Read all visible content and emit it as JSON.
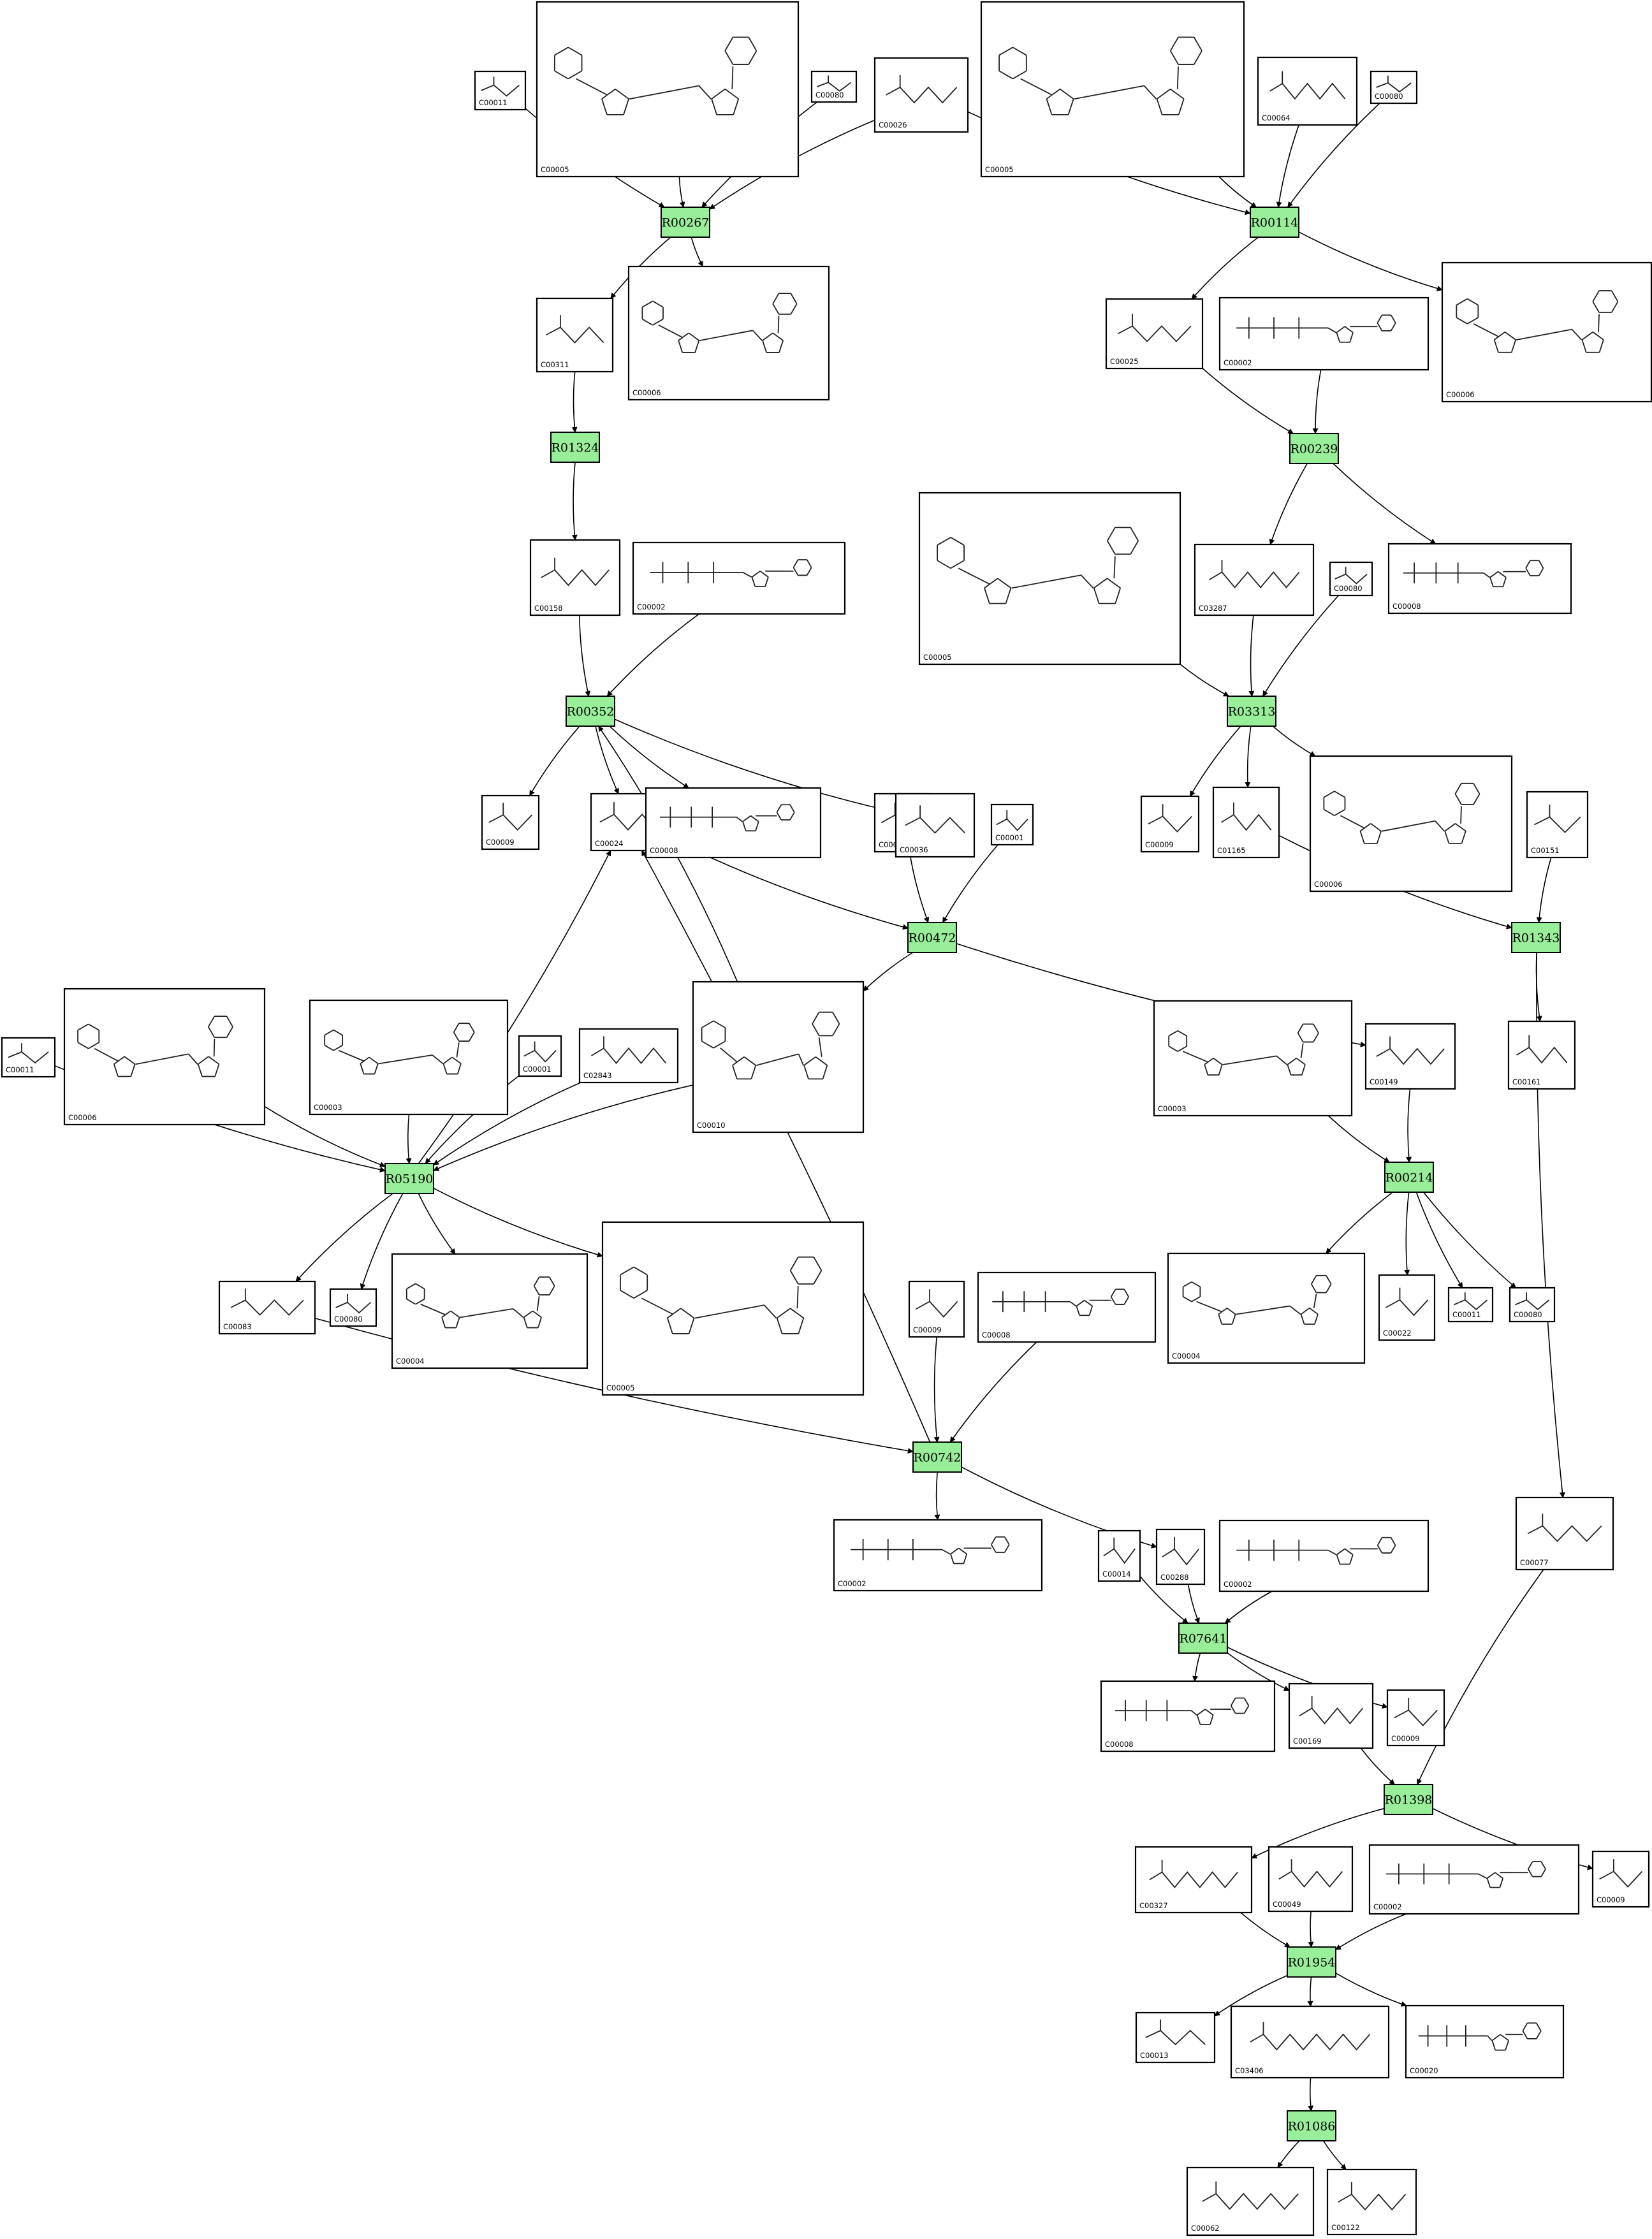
{
  "compounds": [
    {
      "id": "c_c00011_a",
      "label": "C00011"
    },
    {
      "id": "c_c00005_a",
      "label": "C00005"
    },
    {
      "id": "c_c00080_a",
      "label": "C00080"
    },
    {
      "id": "c_c00026",
      "label": "C00026"
    },
    {
      "id": "c_c00005_b",
      "label": "C00005"
    },
    {
      "id": "c_c00064",
      "label": "C00064"
    },
    {
      "id": "c_c00080_b",
      "label": "C00080"
    },
    {
      "id": "c_c00311",
      "label": "C00311"
    },
    {
      "id": "c_c00006_a",
      "label": "C00006"
    },
    {
      "id": "c_c00025",
      "label": "C00025"
    },
    {
      "id": "c_c00002_a",
      "label": "C00002"
    },
    {
      "id": "c_c00006_b",
      "label": "C00006"
    },
    {
      "id": "c_c00158",
      "label": "C00158"
    },
    {
      "id": "c_c00002_b",
      "label": "C00002"
    },
    {
      "id": "c_c00005_c",
      "label": "C00005"
    },
    {
      "id": "c_c03287",
      "label": "C03287"
    },
    {
      "id": "c_c00080_c",
      "label": "C00080"
    },
    {
      "id": "c_c00008_a",
      "label": "C00008"
    },
    {
      "id": "c_c00009_a",
      "label": "C00009"
    },
    {
      "id": "c_c00024",
      "label": "C00024"
    },
    {
      "id": "c_c00008_b",
      "label": "C00008"
    },
    {
      "id": "c_c00048",
      "label": "C00048"
    },
    {
      "id": "c_c00036",
      "label": "C00036"
    },
    {
      "id": "c_c00001_a",
      "label": "C00001"
    },
    {
      "id": "c_c00009_b",
      "label": "C00009"
    },
    {
      "id": "c_c01165",
      "label": "C01165"
    },
    {
      "id": "c_c00006_c",
      "label": "C00006"
    },
    {
      "id": "c_c00151",
      "label": "C00151"
    },
    {
      "id": "c_c00011_b",
      "label": "C00011"
    },
    {
      "id": "c_c00006_d",
      "label": "C00006"
    },
    {
      "id": "c_c00003_a",
      "label": "C00003"
    },
    {
      "id": "c_c00001_b",
      "label": "C00001"
    },
    {
      "id": "c_c02843",
      "label": "C02843"
    },
    {
      "id": "c_c00010",
      "label": "C00010"
    },
    {
      "id": "c_c00003_b",
      "label": "C00003"
    },
    {
      "id": "c_c00149",
      "label": "C00149"
    },
    {
      "id": "c_c00161",
      "label": "C00161"
    },
    {
      "id": "c_c00083",
      "label": "C00083"
    },
    {
      "id": "c_c00080_d",
      "label": "C00080"
    },
    {
      "id": "c_c00004_a",
      "label": "C00004"
    },
    {
      "id": "c_c00005_d",
      "label": "C00005"
    },
    {
      "id": "c_c00009_c",
      "label": "C00009"
    },
    {
      "id": "c_c00008_c",
      "label": "C00008"
    },
    {
      "id": "c_c00004_b",
      "label": "C00004"
    },
    {
      "id": "c_c00022",
      "label": "C00022"
    },
    {
      "id": "c_c00011_c",
      "label": "C00011"
    },
    {
      "id": "c_c00080_e",
      "label": "C00080"
    },
    {
      "id": "c_c00077",
      "label": "C00077"
    },
    {
      "id": "c_c00002_c",
      "label": "C00002"
    },
    {
      "id": "c_c00014",
      "label": "C00014"
    },
    {
      "id": "c_c00288",
      "label": "C00288"
    },
    {
      "id": "c_c00002_d",
      "label": "C00002"
    },
    {
      "id": "c_c00008_d",
      "label": "C00008"
    },
    {
      "id": "c_c00169",
      "label": "C00169"
    },
    {
      "id": "c_c00009_d",
      "label": "C00009"
    },
    {
      "id": "c_c00327",
      "label": "C00327"
    },
    {
      "id": "c_c00049",
      "label": "C00049"
    },
    {
      "id": "c_c00002_e",
      "label": "C00002"
    },
    {
      "id": "c_c00009_e",
      "label": "C00009"
    },
    {
      "id": "c_c00013",
      "label": "C00013"
    },
    {
      "id": "c_c03406",
      "label": "C03406"
    },
    {
      "id": "c_c00020",
      "label": "C00020"
    },
    {
      "id": "c_c00062",
      "label": "C00062"
    },
    {
      "id": "c_c00122",
      "label": "C00122"
    }
  ],
  "reactions": [
    {
      "id": "r_r00267",
      "label": "R00267"
    },
    {
      "id": "r_r00114",
      "label": "R00114"
    },
    {
      "id": "r_r01324",
      "label": "R01324"
    },
    {
      "id": "r_r00239",
      "label": "R00239"
    },
    {
      "id": "r_r00352",
      "label": "R00352"
    },
    {
      "id": "r_r03313",
      "label": "R03313"
    },
    {
      "id": "r_r00472",
      "label": "R00472"
    },
    {
      "id": "r_r01343",
      "label": "R01343"
    },
    {
      "id": "r_r05190",
      "label": "R05190"
    },
    {
      "id": "r_r00214",
      "label": "R00214"
    },
    {
      "id": "r_r00742",
      "label": "R00742"
    },
    {
      "id": "r_r07641",
      "label": "R07641"
    },
    {
      "id": "r_r01398",
      "label": "R01398"
    },
    {
      "id": "r_r01954",
      "label": "R01954"
    },
    {
      "id": "r_r01086",
      "label": "R01086"
    }
  ],
  "edges": [
    [
      "c_c00011_a",
      "r_r00267"
    ],
    [
      "c_c00005_a",
      "r_r00267"
    ],
    [
      "c_c00080_a",
      "r_r00267"
    ],
    [
      "c_c00026",
      "r_r00267"
    ],
    [
      "r_r00267",
      "c_c00311"
    ],
    [
      "r_r00267",
      "c_c00006_a"
    ],
    [
      "c_c00005_b",
      "r_r00114"
    ],
    [
      "c_c00064",
      "r_r00114"
    ],
    [
      "c_c00080_b",
      "r_r00114"
    ],
    [
      "c_c00026",
      "r_r00114"
    ],
    [
      "r_r00114",
      "c_c00025"
    ],
    [
      "r_r00114",
      "c_c00006_b"
    ],
    [
      "c_c00311",
      "r_r01324"
    ],
    [
      "r_r01324",
      "c_c00158"
    ],
    [
      "c_c00025",
      "r_r00239"
    ],
    [
      "c_c00002_a",
      "r_r00239"
    ],
    [
      "r_r00239",
      "c_c03287"
    ],
    [
      "r_r00239",
      "c_c00008_a"
    ],
    [
      "c_c00158",
      "r_r00352"
    ],
    [
      "c_c00002_b",
      "r_r00352"
    ],
    [
      "r_r00352",
      "c_c00009_a"
    ],
    [
      "r_r00352",
      "c_c00024"
    ],
    [
      "r_r00352",
      "c_c00008_b"
    ],
    [
      "r_r00352",
      "c_c00036"
    ],
    [
      "c_c00005_c",
      "r_r03313"
    ],
    [
      "c_c03287",
      "r_r03313"
    ],
    [
      "c_c00080_c",
      "r_r03313"
    ],
    [
      "r_r03313",
      "c_c00009_b"
    ],
    [
      "r_r03313",
      "c_c01165"
    ],
    [
      "r_r03313",
      "c_c00006_c"
    ],
    [
      "c_c00024",
      "r_r00472"
    ],
    [
      "c_c00048",
      "r_r00472"
    ],
    [
      "c_c00001_a",
      "r_r00472"
    ],
    [
      "r_r00472",
      "c_c00010"
    ],
    [
      "r_r00472",
      "c_c00149"
    ],
    [
      "c_c01165",
      "r_r01343"
    ],
    [
      "c_c00151",
      "r_r01343"
    ],
    [
      "r_r01343",
      "c_c00161"
    ],
    [
      "r_r01343",
      "c_c00077"
    ],
    [
      "c_c00011_b",
      "r_r05190"
    ],
    [
      "c_c00006_d",
      "r_r05190"
    ],
    [
      "c_c00003_a",
      "r_r05190"
    ],
    [
      "c_c00001_b",
      "r_r05190"
    ],
    [
      "c_c02843",
      "r_r05190"
    ],
    [
      "c_c00010",
      "r_r05190"
    ],
    [
      "r_r05190",
      "c_c00083"
    ],
    [
      "r_r05190",
      "c_c00080_d"
    ],
    [
      "r_r05190",
      "c_c00004_a"
    ],
    [
      "r_r05190",
      "c_c00005_d"
    ],
    [
      "r_r05190",
      "c_c00024"
    ],
    [
      "c_c00010",
      "r_r00352"
    ],
    [
      "c_c00003_b",
      "r_r00214"
    ],
    [
      "c_c00149",
      "r_r00214"
    ],
    [
      "r_r00214",
      "c_c00004_b"
    ],
    [
      "r_r00214",
      "c_c00022"
    ],
    [
      "r_r00214",
      "c_c00011_c"
    ],
    [
      "r_r00214",
      "c_c00080_e"
    ],
    [
      "c_c00083",
      "r_r00742"
    ],
    [
      "c_c00009_c",
      "r_r00742"
    ],
    [
      "c_c00008_c",
      "r_r00742"
    ],
    [
      "r_r00742",
      "c_c00002_c"
    ],
    [
      "r_r00742",
      "c_c00288"
    ],
    [
      "r_r00742",
      "c_c00024"
    ],
    [
      "c_c00014",
      "r_r07641"
    ],
    [
      "c_c00288",
      "r_r07641"
    ],
    [
      "c_c00002_d",
      "r_r07641"
    ],
    [
      "r_r07641",
      "c_c00008_d"
    ],
    [
      "r_r07641",
      "c_c00169"
    ],
    [
      "r_r07641",
      "c_c00009_d"
    ],
    [
      "c_c00169",
      "r_r01398"
    ],
    [
      "c_c00077",
      "r_r01398"
    ],
    [
      "r_r01398",
      "c_c00327"
    ],
    [
      "r_r01398",
      "c_c00009_e"
    ],
    [
      "c_c00327",
      "r_r01954"
    ],
    [
      "c_c00049",
      "r_r01954"
    ],
    [
      "c_c00002_e",
      "r_r01954"
    ],
    [
      "r_r01954",
      "c_c00013"
    ],
    [
      "r_r01954",
      "c_c03406"
    ],
    [
      "r_r01954",
      "c_c00020"
    ],
    [
      "c_c03406",
      "r_r01086"
    ],
    [
      "r_r01086",
      "c_c00062"
    ],
    [
      "r_r01086",
      "c_c00122"
    ]
  ]
}
